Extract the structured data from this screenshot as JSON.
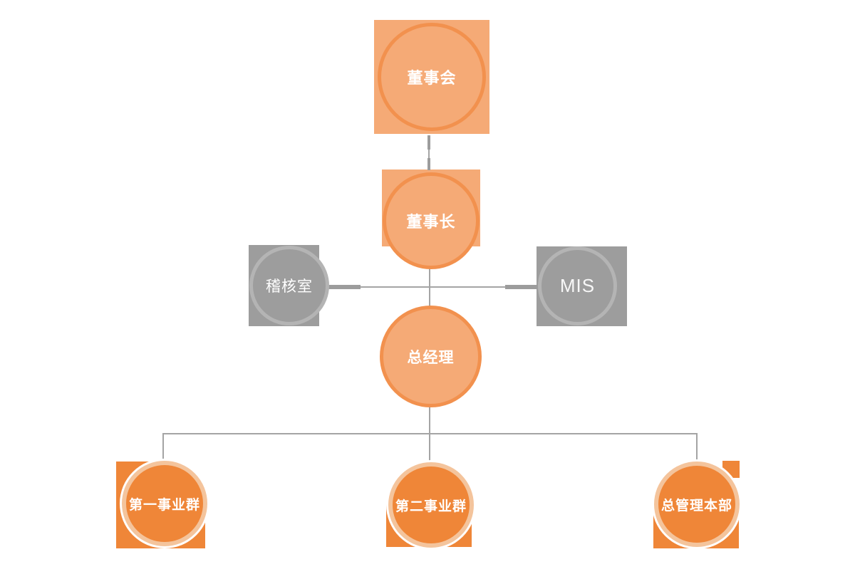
{
  "chart_title": "",
  "diagram_type": "org-chart",
  "nodes": {
    "board": {
      "label": "董事会",
      "level": 1,
      "style": "orange-light"
    },
    "chairman": {
      "label": "董事长",
      "level": 2,
      "style": "orange-light"
    },
    "audit": {
      "label": "稽核室",
      "level": 2,
      "style": "gray",
      "side": "left"
    },
    "mis": {
      "label": "MIS",
      "level": 2,
      "style": "gray",
      "side": "right"
    },
    "gm": {
      "label": "总经理",
      "level": 3,
      "style": "orange-light"
    },
    "bg1": {
      "label": "第一事业群",
      "level": 4,
      "style": "orange-dark"
    },
    "bg2": {
      "label": "第二事业群",
      "level": 4,
      "style": "orange-dark"
    },
    "hq": {
      "label": "总管理本部",
      "level": 4,
      "style": "orange-dark"
    }
  },
  "edges": [
    {
      "from": "board",
      "to": "chairman"
    },
    {
      "from": "chairman",
      "to": "audit"
    },
    {
      "from": "chairman",
      "to": "mis"
    },
    {
      "from": "chairman",
      "to": "gm"
    },
    {
      "from": "gm",
      "to": "bg1"
    },
    {
      "from": "gm",
      "to": "bg2"
    },
    {
      "from": "gm",
      "to": "hq"
    }
  ],
  "colors": {
    "orange-light": "#F5AA76",
    "orange-med": "#F2914E",
    "orange-dark": "#EF8638",
    "peach": "#F4C49C",
    "gray-fill": "#9D9D9D",
    "gray-border": "#B4B4B4",
    "line-thin": "#A4A4A4",
    "line-stub": "#9C9C9C",
    "node-text": "#FFFFFF",
    "background": "#FFFFFF"
  }
}
